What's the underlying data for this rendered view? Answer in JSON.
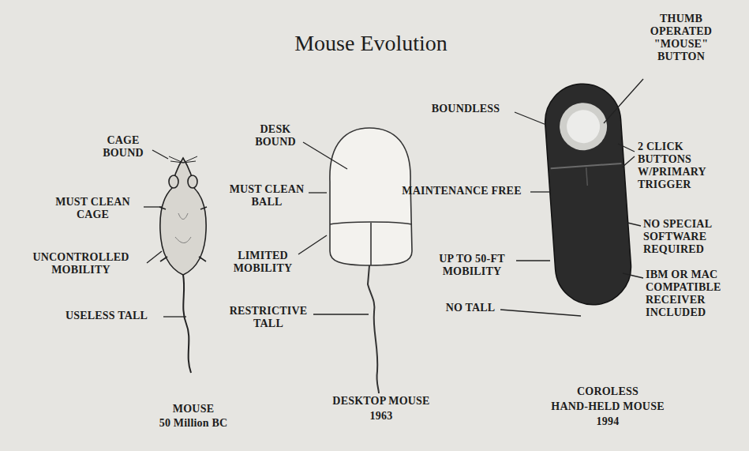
{
  "diagram": {
    "title": "Mouse Evolution",
    "labels": [
      "CAGE BOUND",
      "MUST CLEAN CAGE",
      "UNCONTROLLED MOBILITY",
      "USELESS TALL",
      "DESK BOUND",
      "MUST CLEAN BALL",
      "LIMITED MOBILITY",
      "RESTRICTIVE TALL",
      "BOUNDLESS",
      "MAINTENANCE FREE",
      "UP TO 50-FT MOBILITY",
      "NO TALL",
      "THUMB OPERATED \"MOUSE\" BUTTON",
      "2 CLICK BUTTONS W/PRIMARY TRIGGER",
      "NO SPECIAL SOFTWARE REQUIRED",
      "IBM OR MAC COMPATIBLE RECEIVER INCLUDED",
      "MOUSE",
      "50 Million BC",
      "DESKTOP MOUSE",
      "1963",
      "COROLESS",
      "HAND-HELD MOUSE",
      "1994"
    ]
  }
}
